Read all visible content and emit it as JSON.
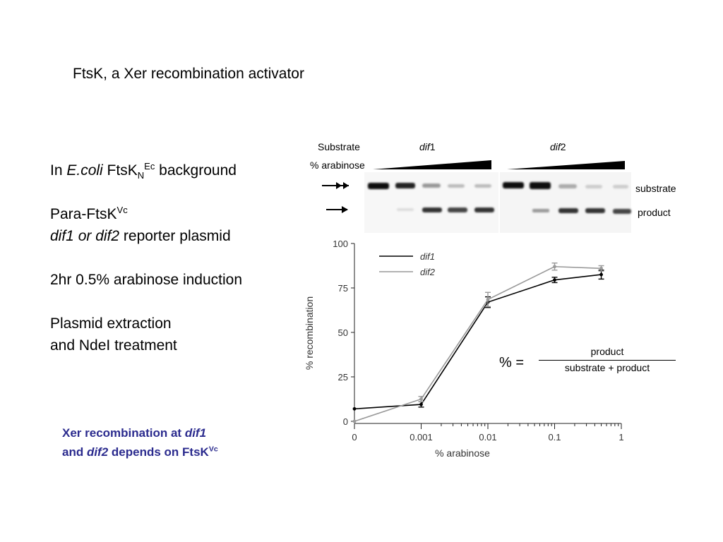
{
  "title": "FtsK, a Xer recombination activator",
  "bullets": {
    "b1": {
      "pre": "In ",
      "species": "E.coli",
      "gene": " FtsK",
      "sub": "N",
      "sup": "Ec",
      "post": " background"
    },
    "b2": {
      "text": "Para-FtsK",
      "sup": "Vc"
    },
    "b3": {
      "italic": "dif1 or dif2",
      "rest": " reporter plasmid"
    },
    "b4": {
      "text": "2hr 0.5% arabinose induction"
    },
    "b5": {
      "line1": "Plasmid extraction",
      "line2": "and NdeI treatment"
    }
  },
  "conclusion": {
    "line1_pre": "Xer recombination at ",
    "line1_italic": "dif1",
    "line2_pre": "and ",
    "line2_italic": "dif2",
    "line2_post": " depends on FtsK",
    "line2_sup": "Vc"
  },
  "gel": {
    "substrate_label": "Substrate",
    "arabinose_label": "% arabinose",
    "group1": {
      "italic": "dif",
      "num": "1"
    },
    "group2": {
      "italic": "dif",
      "num": "2"
    },
    "band_labels": {
      "substrate": "substrate",
      "product": "product"
    }
  },
  "formula": {
    "lhs": "% =",
    "numerator": "product",
    "denominator": "substrate + product"
  },
  "chart_data": {
    "type": "line",
    "xlabel": "%  arabinose",
    "ylabel": "% recombination",
    "x_tick_labels": [
      "0",
      "0.001",
      "0.01",
      "0.1",
      "1"
    ],
    "y_tick_labels": [
      "0",
      "25",
      "50",
      "75",
      "100"
    ],
    "ylim": [
      0,
      100
    ],
    "xscale": "log (with 0 shown at left)",
    "legend_position": "top-left",
    "series": [
      {
        "name": "dif1",
        "color": "#000000",
        "x": [
          0,
          0.001,
          0.01,
          0.1,
          0.5
        ],
        "y": [
          7,
          9.5,
          67,
          79.5,
          82.5
        ],
        "err": [
          0,
          1.5,
          3,
          1.5,
          2.5
        ]
      },
      {
        "name": "dif2",
        "color": "#999999",
        "x": [
          0,
          0.001,
          0.01,
          0.1,
          0.5
        ],
        "y": [
          0,
          12.5,
          68.5,
          87,
          86
        ],
        "err": [
          0,
          1.5,
          4,
          2,
          1.5
        ]
      }
    ]
  }
}
